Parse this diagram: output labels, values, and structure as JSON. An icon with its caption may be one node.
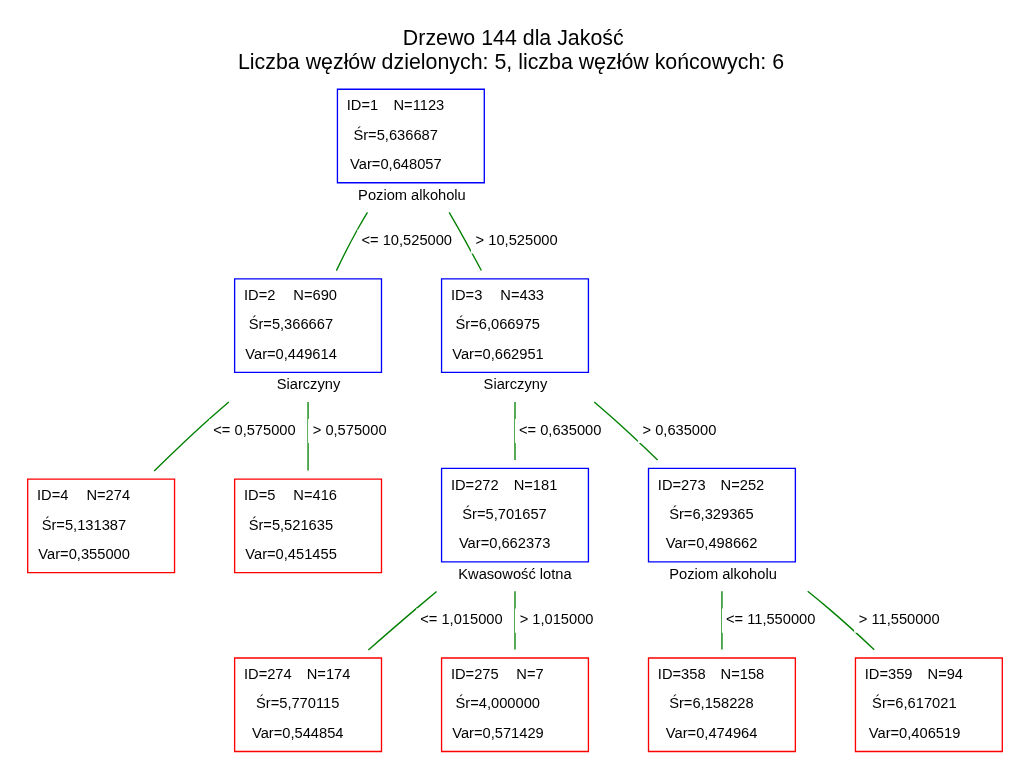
{
  "diagram": {
    "title": "Drzewo 144 dla Jakość",
    "caption": "Liczba węzłów dzielonych: 5, liczba węzłów końcowych: 6",
    "nodes": [
      {
        "text": [
          "ID=1",
          "N=1123",
          "Śr=5,636687",
          "Var=0,648057"
        ],
        "beside": [
          "Poziom alkoholu"
        ]
      },
      {
        "text": [
          "ID=2",
          "N=690",
          "Śr=5,366667",
          "Var=0,449614"
        ],
        "beside": [
          "Siarczyny"
        ]
      },
      {
        "text": [
          "ID=3",
          "N=433",
          "Śr=6,066975",
          "Var=0,662951"
        ],
        "beside": [
          "Siarczyny"
        ]
      },
      {
        "text": [
          "ID=4",
          "N=274",
          "Śr=5,131387",
          "Var=0,355000"
        ]
      },
      {
        "text": [
          "ID=5",
          "N=416",
          "Śr=5,521635",
          "Var=0,451455"
        ]
      },
      {
        "text": [
          "ID=272",
          "N=181",
          "Śr=5,701657",
          "Var=0,662373"
        ],
        "beside": [
          "Kwasowość lotna"
        ]
      },
      {
        "text": [
          "ID=273",
          "N=252",
          "Śr=6,329365",
          "Var=0,498662"
        ],
        "beside": [
          "Poziom alkoholu"
        ]
      },
      {
        "text": [
          "ID=274",
          "N=174",
          "Śr=5,770115",
          "Var=0,544854"
        ]
      },
      {
        "text": [
          "ID=275",
          "N=7",
          "Śr=4,000000",
          "Var=0,571429"
        ]
      },
      {
        "text": [
          "ID=358",
          "N=158",
          "Śr=6,158228",
          "Var=0,474964"
        ]
      },
      {
        "text": [
          "ID=359",
          "N=94",
          "Śr=6,617021",
          "Var=0,406519"
        ]
      }
    ],
    "edges": [
      {
        "from": 0,
        "to": 1,
        "arrow": "none",
        "label": "<= 10,525000"
      },
      {
        "from": 0,
        "to": 2,
        "arrow": "none",
        "label": "> 10,525000"
      },
      {
        "from": 1,
        "to": 3,
        "arrow": "none",
        "label": "<= 0,575000"
      },
      {
        "from": 1,
        "to": 4,
        "arrow": "none",
        "label": "> 0,575000"
      },
      {
        "from": 2,
        "to": 5,
        "arrow": "none",
        "label": "<= 0,635000"
      },
      {
        "from": 2,
        "to": 6,
        "arrow": "none",
        "label": "> 0,635000"
      },
      {
        "from": 5,
        "to": 7,
        "arrow": "none",
        "label": "<= 1,015000"
      },
      {
        "from": 5,
        "to": 8,
        "arrow": "none",
        "label": "> 1,015000"
      },
      {
        "from": 6,
        "to": 9,
        "arrow": "none",
        "label": "<= 11,550000"
      },
      {
        "from": 6,
        "to": 10,
        "arrow": "none",
        "label": "> 11,550000"
      }
    ]
  }
}
